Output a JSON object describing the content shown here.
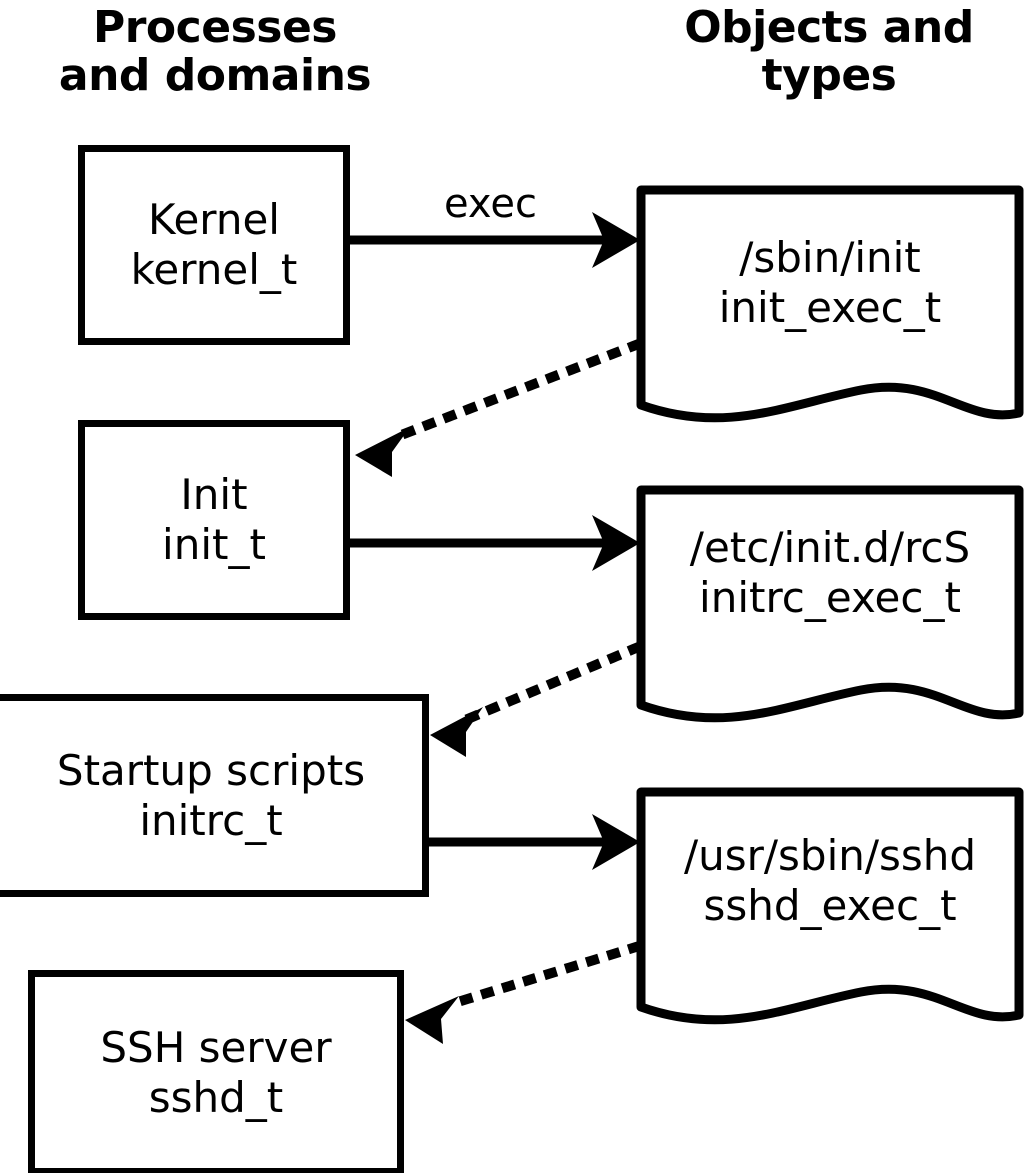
{
  "headers": {
    "left": "Processes\nand domains",
    "right": "Objects and\ntypes"
  },
  "processes": [
    {
      "name": "Kernel",
      "type": "kernel_t"
    },
    {
      "name": "Init",
      "type": "init_t"
    },
    {
      "name": "Startup scripts",
      "type": "initrc_t"
    },
    {
      "name": "SSH server",
      "type": "sshd_t"
    }
  ],
  "objects": [
    {
      "path": "/sbin/init",
      "type": "init_exec_t"
    },
    {
      "path": "/etc/init.d/rcS",
      "type": "initrc_exec_t"
    },
    {
      "path": "/usr/sbin/sshd",
      "type": "sshd_exec_t"
    }
  ],
  "edges": {
    "exec_label": "exec"
  },
  "colors": {
    "stroke": "#000000",
    "fill": "#ffffff"
  }
}
